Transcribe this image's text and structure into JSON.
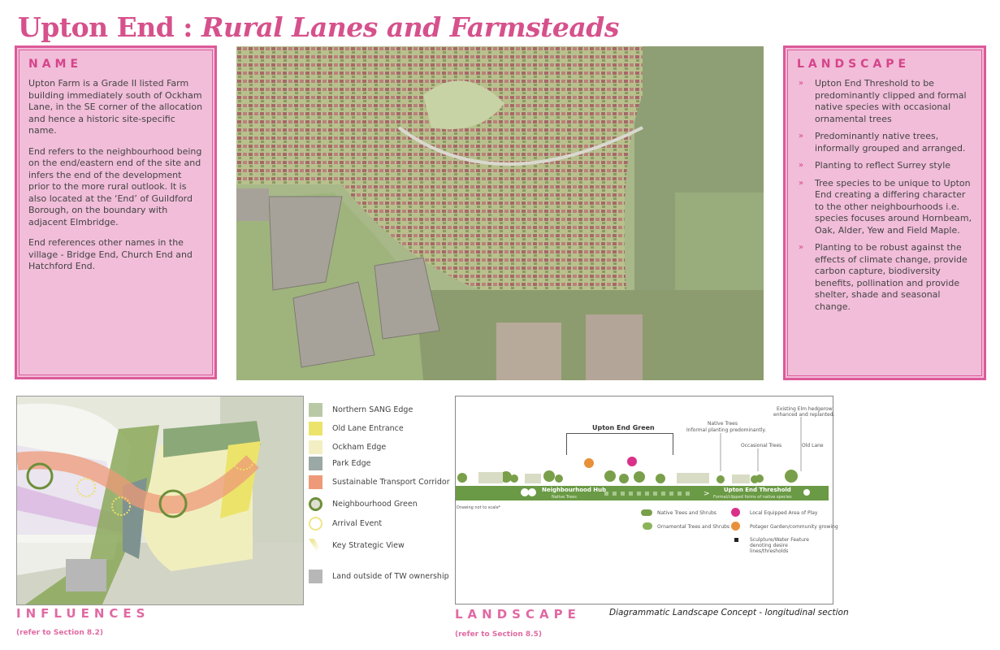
{
  "title": {
    "part1": "Upton End : ",
    "part2": "Rural Lanes and Farmsteads"
  },
  "name_panel": {
    "heading": "NAME",
    "paragraphs": [
      "Upton Farm is a Grade II listed Farm building immediately south of Ockham Lane, in the SE corner of the allocation and hence a historic site-specific name.",
      "End refers to the neighbourhood being on the end/eastern end of the site and infers the end of the development prior to the more rural outlook. It is also located at the ‘End’ of Guildford Borough, on the boundary with adjacent Elmbridge.",
      "End references other names in the village - Bridge End, Church End and Hatchford End."
    ]
  },
  "landscape_panel": {
    "heading": "LANDSCAPE",
    "bullets": [
      "Upton End Threshold to be predominantly clipped and formal native species with occasional ornamental trees",
      "Predominantly native trees, informally grouped and arranged.",
      "Planting to reflect Surrey style",
      "Tree species to be unique to Upton End creating a differing character to the other neighbourhoods i.e. species focuses around Hornbeam, Oak, Alder, Yew and Field Maple.",
      "Planting to be robust against the effects of climate change, provide carbon capture, biodiversity benefits, pollination and provide shelter, shade and seasonal change."
    ]
  },
  "influences": {
    "heading": "INFLUENCES",
    "ref": "(refer to Section 8.2)",
    "legend": [
      {
        "label": "Northern SANG Edge",
        "color": "#b9c9a6"
      },
      {
        "label": "Old Lane Entrance",
        "color": "#ece46a"
      },
      {
        "label": "Ockham Edge",
        "color": "#f3efc2"
      },
      {
        "label": "Park Edge",
        "color": "#9aa8a6"
      },
      {
        "label": "Sustainable Transport Corridor",
        "color": "#ee9a78"
      },
      {
        "label": "Neighbourhood Green",
        "color": "#6d8f3a"
      },
      {
        "label": "Arrival Event",
        "color": "#eee68a"
      },
      {
        "label": "Key Strategic View",
        "color": "#efe79a"
      },
      {
        "label": "Land outside of TW ownership",
        "color": "#b7b7b7"
      }
    ]
  },
  "landscape_section": {
    "heading": "LANDSCAPE",
    "ref": "(refer to Section 8.5)",
    "caption": "Diagrammatic Landscape Concept - longitudinal section",
    "green_label": "Upton End Green",
    "native_trees_note": "Native Trees",
    "native_trees_note2": "Informal planting predominantly.",
    "hedgerow_note": "Existing Elm hedgerow",
    "hedgerow_note2": "enhanced and replanted.",
    "occasional_trees": "Occasional Trees",
    "old_lane": "Old Lane",
    "hub": "Neighbourhood Hub",
    "hub_sub": "Native Trees",
    "threshold": "Upton End Threshold",
    "threshold_sub": "Formal/clipped forms of native species",
    "scale_note": "Drawing not to scale*",
    "legend": {
      "native": "Native Trees and Shrubs",
      "ornamental": "Ornamental Trees and Shrubs",
      "play": "Local Equipped Area of Play",
      "potager": "Potager Garden/community growing",
      "sculpture": "Sculpture/Water Feature denoting desire lines/thresholds"
    }
  },
  "colors": {
    "pink": "#d6518c",
    "panel": "#f1bdd9",
    "green": "#6a9a45"
  }
}
